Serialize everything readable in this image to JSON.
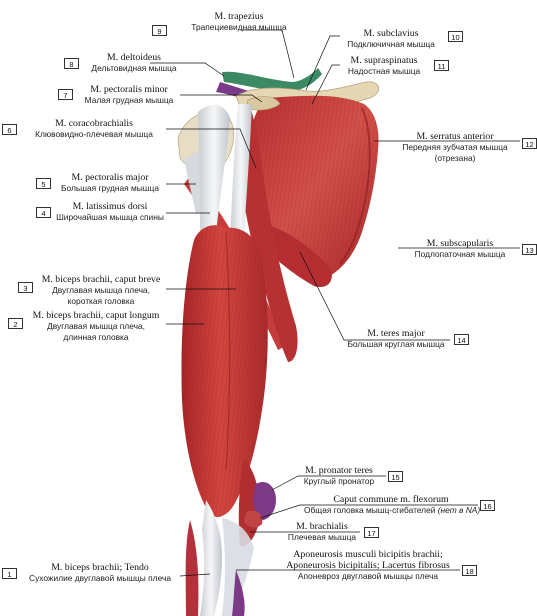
{
  "labels": [
    {
      "num": "1",
      "latin": "M. biceps brachii; Tendo",
      "russian": "Сухожилие двуглавой мышцы плеча"
    },
    {
      "num": "2",
      "latin": "M. biceps brachii, caput longum",
      "russian": "Двуглавая мышца плеча,",
      "russian2": "длинная головка"
    },
    {
      "num": "3",
      "latin": "M. biceps brachii, caput breve",
      "russian": "Двуглавая мышца плеча,",
      "russian2": "короткая головка"
    },
    {
      "num": "4",
      "latin": "M. latissimus dorsi",
      "russian": "Широчайшая мышца спины"
    },
    {
      "num": "5",
      "latin": "M. pectoralis major",
      "russian": "Большая грудная мышца"
    },
    {
      "num": "6",
      "latin": "M. coracobrachialis",
      "russian": "Клювовидно-плечевая мышца"
    },
    {
      "num": "7",
      "latin": "M. pectoralis minor",
      "russian": "Малая грудная мышца"
    },
    {
      "num": "8",
      "latin": "M. deltoideus",
      "russian": "Дельтовидная мышца"
    },
    {
      "num": "9",
      "latin": "M. trapezius",
      "russian": "Трапециевидная мышца"
    },
    {
      "num": "10",
      "latin": "M. subclavius",
      "russian": "Подключичная мышца"
    },
    {
      "num": "11",
      "latin": "M. supraspinatus",
      "russian": "Надостная мышца"
    },
    {
      "num": "12",
      "latin": "M. serratus anterior",
      "russian": "Передняя зубчатая мышца",
      "russian2": "(отрезана)"
    },
    {
      "num": "13",
      "latin": "M. subscapularis",
      "russian": "Подлопаточная мышца"
    },
    {
      "num": "14",
      "latin": "M. teres major",
      "russian": "Большая круглая мышца"
    },
    {
      "num": "15",
      "latin": "M. pronator teres",
      "russian": "Круглый пронатор"
    },
    {
      "num": "16",
      "latin": "Caput commune m. flexorum",
      "russian": "Общая головка мышц-сгибателей",
      "russian_note": "(нет в NA)"
    },
    {
      "num": "17",
      "latin": "M. brachialis",
      "russian": "Плечевая мышца"
    },
    {
      "num": "18",
      "latin": "Aponeurosis musculi bicipitis brachii;",
      "latin2": "Aponeurosis bicipitalis; Lacertus fibrosus",
      "russian": "Апоневроз двуглавой мышцы плеча"
    }
  ],
  "colors": {
    "muscle": "#c9383a",
    "muscle_dark": "#9e2226",
    "muscle_light": "#e06a62",
    "tendon": "#e9ecef",
    "bone": "#e8dcc0",
    "trapezius": "#3c8a64",
    "subclavius": "#7a3a8a",
    "leader": "#111111"
  }
}
